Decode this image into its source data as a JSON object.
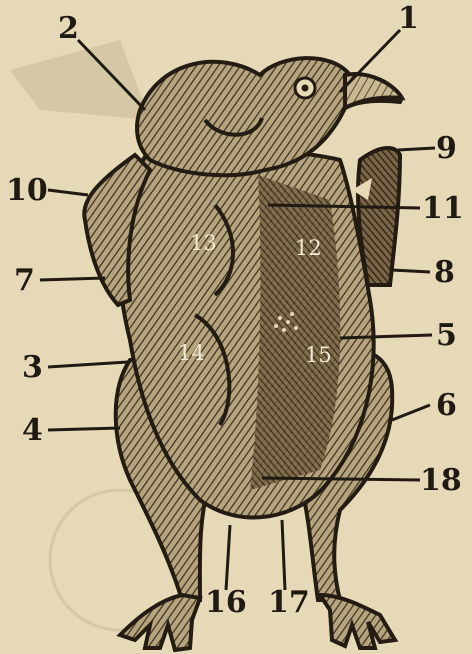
{
  "colors": {
    "paper": "#e6d9b8",
    "ink": "#1f1a12",
    "hatch_fill": "#8a7a5c",
    "dark_fill": "#5a4a34"
  },
  "labels": {
    "l1": "1",
    "l2": "2",
    "l3": "3",
    "l4": "4",
    "l5": "5",
    "l6": "6",
    "l7": "7",
    "l8": "8",
    "l9": "9",
    "l10": "10",
    "l11": "11",
    "l12": "12",
    "l13": "13",
    "l14": "14",
    "l15": "15",
    "l16": "16",
    "l17": "17",
    "l18": "18"
  }
}
